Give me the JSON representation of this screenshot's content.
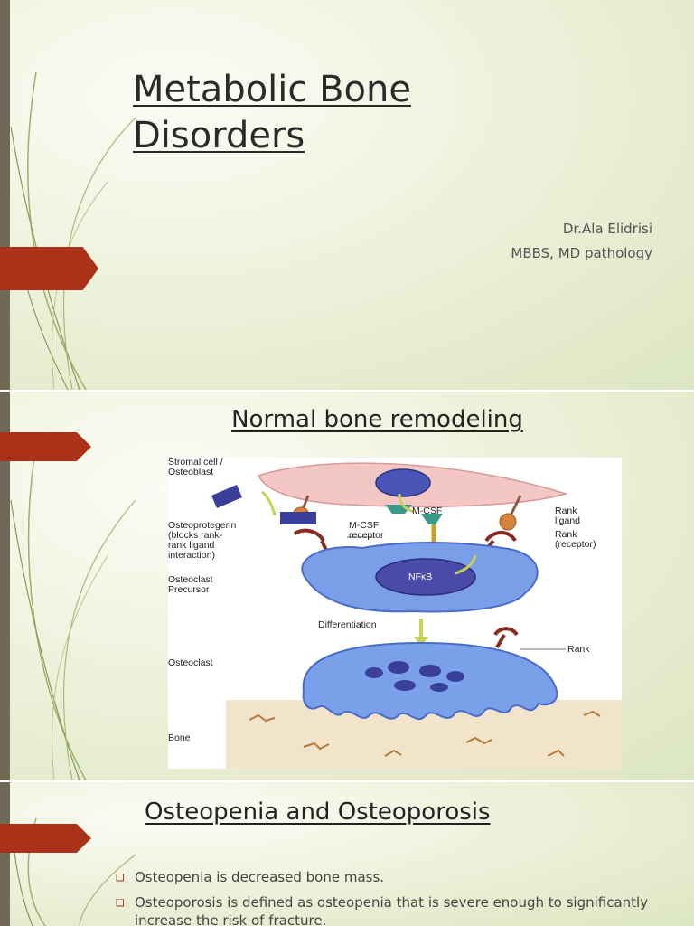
{
  "slides": [
    {
      "title": "Metabolic Bone Disorders",
      "author": "Dr.Ala Elidrisi",
      "credentials": "MBBS, MD pathology"
    },
    {
      "title": "Normal bone remodeling ",
      "figure_labels": {
        "stromal": "Stromal cell /\nOsteoblast",
        "opg": "Osteoprotegerin\n(blocks rank-\nrank ligand\ninteraction)",
        "precursor": "Osteoclast\nPrecursor",
        "osteoclast": "Osteoclast",
        "bone": "Bone",
        "mcsf": "M-CSF",
        "mcsf_receptor": "M-CSF\nreceptor",
        "rank_ligand": "Rank\nligand",
        "rank_receptor": "Rank\n(receptor)",
        "nfkb": "NFκB",
        "differentiation": "Differentiation",
        "rank": "Rank"
      }
    },
    {
      "title": "Osteopenia and Osteoporosis",
      "bullets": [
        "Osteopenia is decreased bone mass.",
        "Osteoporosis is defined as osteopenia that is severe enough to significantly increase the risk of fracture."
      ],
      "bullet_icon": "❏"
    }
  ],
  "colors": {
    "accent": "#a93218",
    "sidebar": "#6f6a58"
  }
}
